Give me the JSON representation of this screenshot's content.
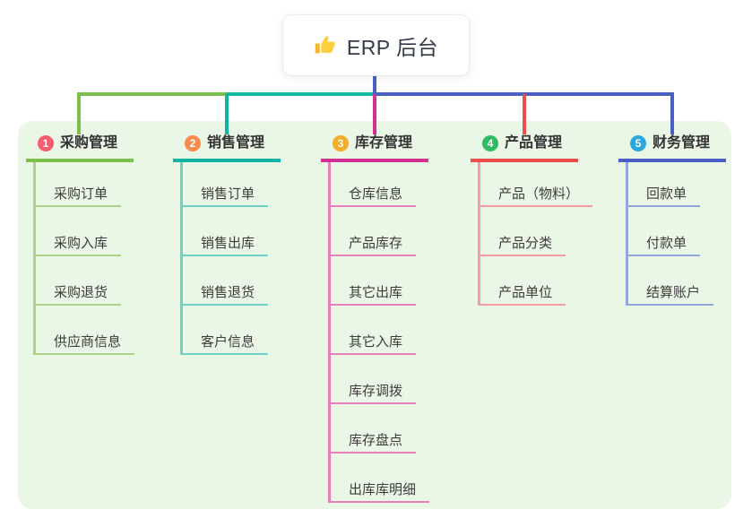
{
  "root": {
    "title": "ERP 后台",
    "icon": "thumbs-up",
    "icon_color": "#f5b82e"
  },
  "panel_color": "#ebf7e6",
  "branches": [
    {
      "badge": "1",
      "label": "采购管理",
      "badge_color": "#f65e70",
      "line_color": "#7cbf4a",
      "light_color": "#a9d487",
      "children": [
        "采购订单",
        "采购入库",
        "采购退货",
        "供应商信息"
      ]
    },
    {
      "badge": "2",
      "label": "销售管理",
      "badge_color": "#fb8b4b",
      "line_color": "#10b4a2",
      "light_color": "#6fd1c5",
      "children": [
        "销售订单",
        "销售出库",
        "销售退货",
        "客户信息"
      ]
    },
    {
      "badge": "3",
      "label": "库存管理",
      "badge_color": "#f6ac28",
      "line_color": "#d23090",
      "light_color": "#ea7fbd",
      "children": [
        "仓库信息",
        "产品库存",
        "其它出库",
        "其它入库",
        "库存调拨",
        "库存盘点",
        "出库库明细"
      ]
    },
    {
      "badge": "4",
      "label": "产品管理",
      "badge_color": "#2fbd62",
      "line_color": "#ef4d4d",
      "light_color": "#f59c9c",
      "children": [
        "产品（物料）",
        "产品分类",
        "产品单位"
      ]
    },
    {
      "badge": "5",
      "label": "财务管理",
      "badge_color": "#2aa7dd",
      "line_color": "#4961c6",
      "light_color": "#93a5dd",
      "children": [
        "回款单",
        "付款单",
        "结算账户"
      ]
    }
  ]
}
